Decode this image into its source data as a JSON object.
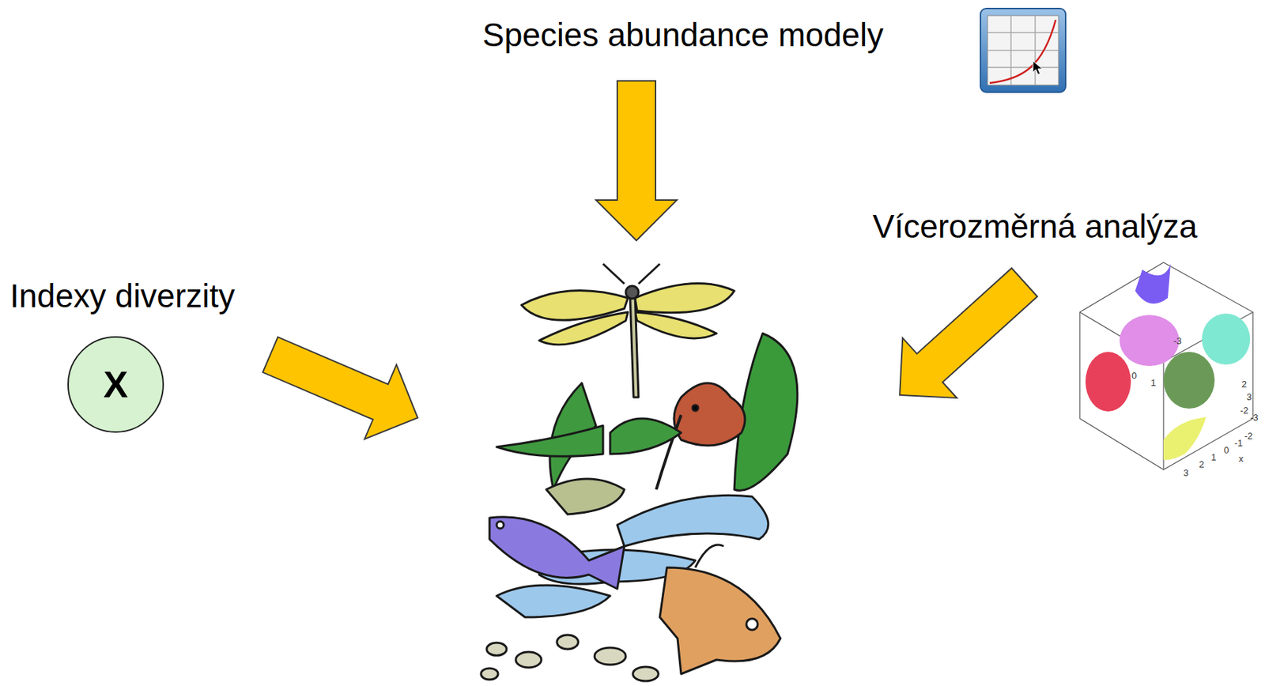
{
  "diagram": {
    "nodes": [
      {
        "text": [
          "X"
        ]
      }
    ],
    "labels": [
      "Species abundance modely",
      "Vícerozměrná analýza",
      "Indexy diverzity",
      "-3",
      "0",
      "1",
      "2",
      "3",
      "-2",
      "-3",
      "3",
      "2",
      "1",
      "0",
      "-1",
      "-2",
      "x"
    ]
  }
}
